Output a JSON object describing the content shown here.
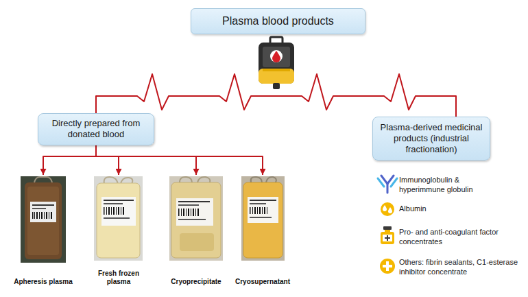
{
  "diagram": {
    "title": "Plasma blood products",
    "nodes": [
      {
        "text": [
          "Directly prepared from donated blood"
        ]
      },
      {
        "text": [
          "Plasma-derived medicinal products (industrial fractionation)"
        ]
      },
      {
        "text": [
          "Apheresis plasma"
        ]
      },
      {
        "text": [
          "Fresh frozen plasma"
        ]
      },
      {
        "text": [
          "Cryoprecipitate"
        ]
      },
      {
        "text": [
          "Cryosupernatant"
        ]
      }
    ],
    "edges": [
      {
        "from": 0,
        "to": 1,
        "arrow": "none"
      },
      {
        "from": 0,
        "to": 2,
        "arrow": "to"
      },
      {
        "from": 0,
        "to": 3,
        "arrow": "to"
      },
      {
        "from": 0,
        "to": 4,
        "arrow": "to"
      },
      {
        "from": 0,
        "to": 5,
        "arrow": "to"
      }
    ],
    "labels": [
      "Immunoglobulin & hyperimmune globulin",
      "Albumin",
      "Pro- and anti-coagulant factor concentrates",
      "Others: fibrin sealants, C1-esterase inhibitor concentrate"
    ]
  }
}
